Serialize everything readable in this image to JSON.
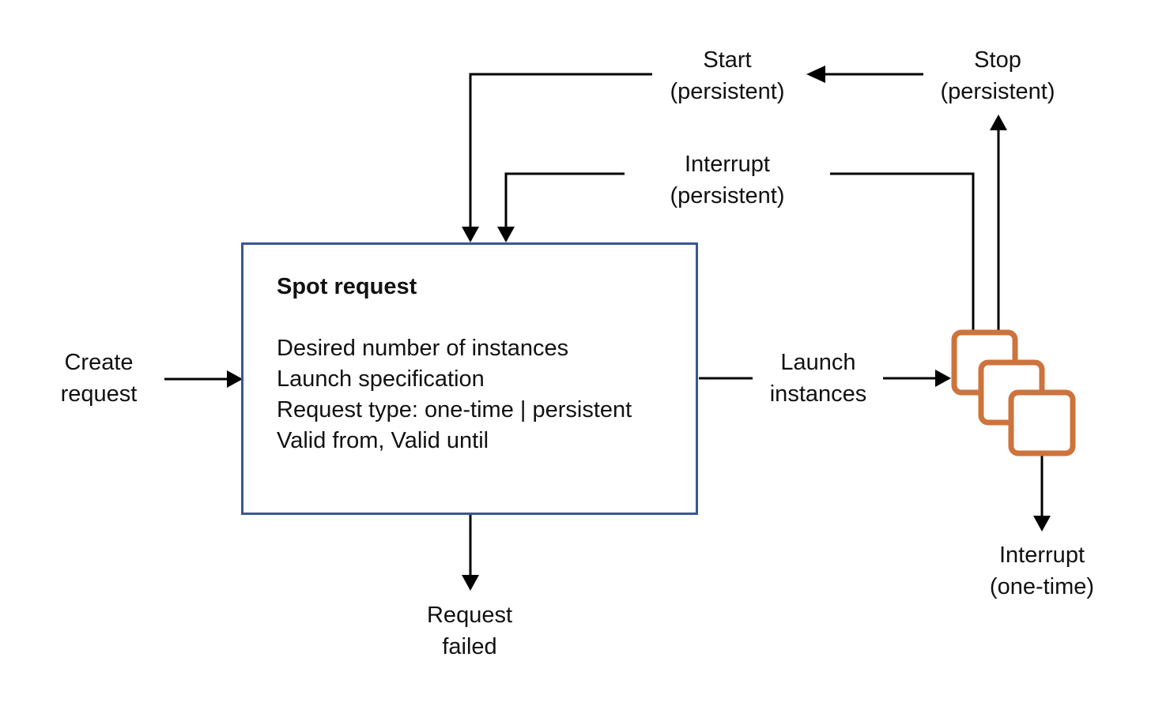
{
  "colors": {
    "box_border": "#3a5795",
    "instance_orange": "#cd733c",
    "line": "#000000",
    "text": "#111111",
    "background": "#ffffff"
  },
  "spot_request_box": {
    "title": "Spot request",
    "lines": [
      "Desired number of instances",
      "Launch specification",
      "Request type: one-time | persistent",
      "Valid from, Valid until"
    ]
  },
  "labels": {
    "create_request": {
      "line1": "Create",
      "line2": "request"
    },
    "start_persistent": {
      "line1": "Start",
      "line2": "(persistent)"
    },
    "stop_persistent": {
      "line1": "Stop",
      "line2": "(persistent)"
    },
    "interrupt_persistent": {
      "line1": "Interrupt",
      "line2": "(persistent)"
    },
    "launch_instances": {
      "line1": "Launch",
      "line2": "instances"
    },
    "request_failed": {
      "line1": "Request",
      "line2": "failed"
    },
    "interrupt_one_time": {
      "line1": "Interrupt",
      "line2": "(one-time)"
    }
  },
  "icons": {
    "instances": "ec2-instances-stack-icon"
  }
}
